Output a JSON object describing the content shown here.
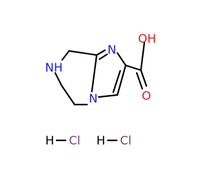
{
  "atoms": {
    "nh": {
      "text": "NH",
      "color": "#1919e6"
    },
    "n_imine": {
      "text": "N",
      "color": "#1919e6"
    },
    "n_bridge": {
      "text": "N",
      "color": "#1919e6"
    },
    "oh": {
      "text": "OH",
      "color": "#e61919"
    },
    "o_carbonyl": {
      "text": "O",
      "color": "#e61919"
    }
  },
  "salts": [
    {
      "h": {
        "text": "H",
        "color": "#000000"
      },
      "cl": {
        "text": "Cl",
        "color": "#7f3f7f"
      }
    },
    {
      "h": {
        "text": "H",
        "color": "#000000"
      },
      "cl": {
        "text": "Cl",
        "color": "#7f3f7f"
      }
    }
  ],
  "colors": {
    "bond": "#000000",
    "nitrogen": "#1919e6",
    "oxygen": "#e61919",
    "chlorine": "#7f3f7f",
    "background": "#ffffff"
  }
}
